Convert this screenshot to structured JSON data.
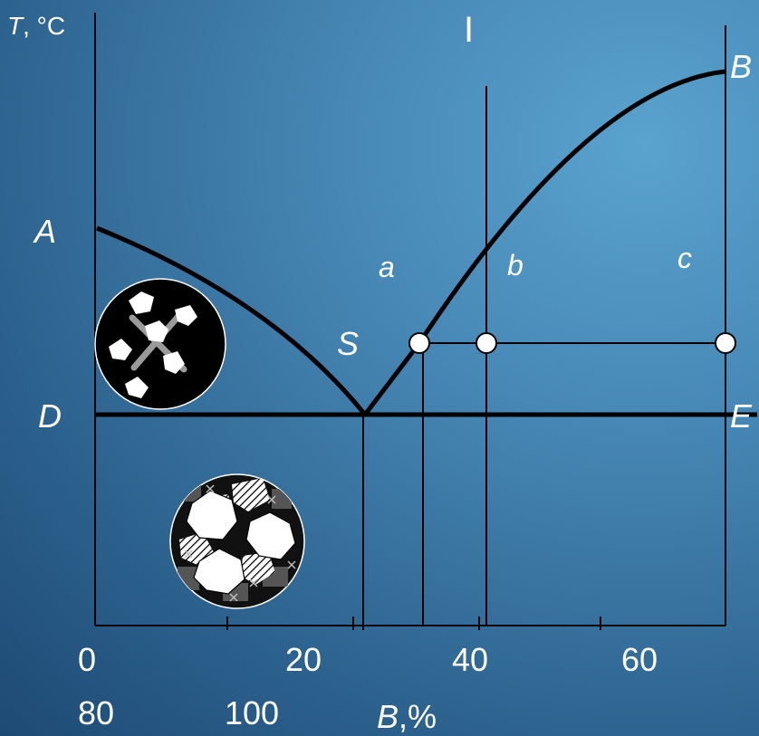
{
  "labels": {
    "axis_t": "T",
    "axis_t_unit": ", °C",
    "roman_one": "I",
    "point_a": "A",
    "point_b": "B",
    "point_d": "D",
    "point_e": "E",
    "point_s": "S",
    "region_a": "a",
    "region_b": "b",
    "region_c": "c",
    "axis_b": "B",
    "axis_b_unit": ",%"
  },
  "x_ticks_row1": [
    "0",
    "20",
    "40",
    "60"
  ],
  "x_ticks_row2": [
    "80",
    "100"
  ],
  "colors": {
    "line": "#000000",
    "text": "#ffffff",
    "marker_fill": "#ffffff"
  }
}
